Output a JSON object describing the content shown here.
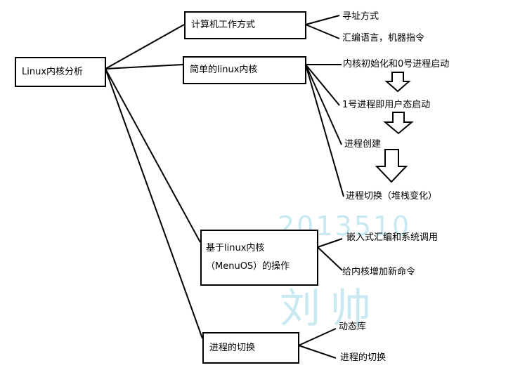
{
  "root": {
    "label": "Linux内核分析"
  },
  "branches": [
    {
      "id": "b1",
      "label": "计算机工作方式",
      "children": [
        "寻址方式",
        "汇编语言，机器指令"
      ]
    },
    {
      "id": "b2",
      "label": "简单的linux内核",
      "children": [
        "内核初始化和0号进程启动",
        "1号进程即用户态启动",
        "进程创建",
        "进程切换（堆栈变化）"
      ]
    },
    {
      "id": "b3",
      "label_line1": "基于linux内核",
      "label_line2": "（MenuOS）的操作",
      "children": [
        "嵌入式汇编和系统调用",
        "给内核增加新命令"
      ]
    },
    {
      "id": "b4",
      "label": "进程的切换",
      "children": [
        "动态库",
        "进程的切换"
      ]
    }
  ],
  "watermark": {
    "id_text": "2013510",
    "name_text": "刘帅"
  },
  "colors": {
    "line": "#000000",
    "watermark": "#bfe6ef"
  }
}
